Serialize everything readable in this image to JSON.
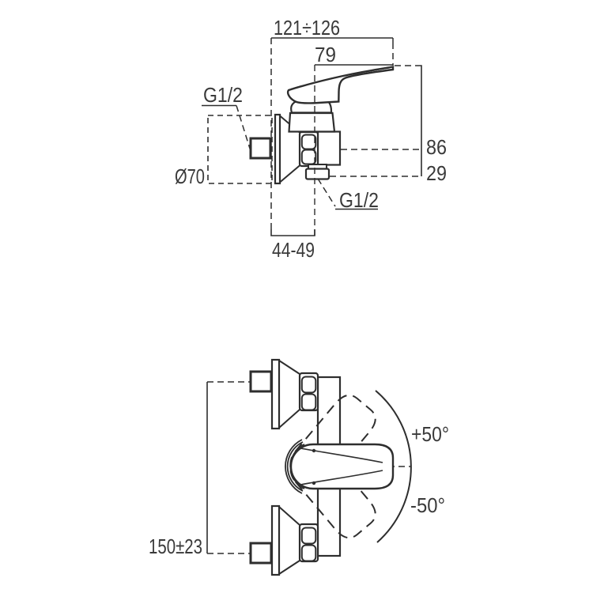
{
  "drawing": {
    "kind": "technical dimension drawing",
    "subject": "wall-mounted single-lever shower mixer, side view and plan view"
  },
  "side_view": {
    "dim_width_total": "121÷126",
    "dim_handle_reach": "79",
    "label_thread_inlet": "G1/2",
    "label_escutcheon_diameter": "Ø70",
    "dim_height_body": "86",
    "dim_height_outlet": "29",
    "label_thread_outlet": "G1/2",
    "dim_wall_clearance": "44-49"
  },
  "front_view": {
    "label_swivel_up": "+50°",
    "label_swivel_down": "-50°",
    "dim_inlet_spacing": "150±23"
  },
  "style": {
    "line_color": "#2e2e2e",
    "text_color": "#3a3a3a",
    "background": "#ffffff"
  }
}
